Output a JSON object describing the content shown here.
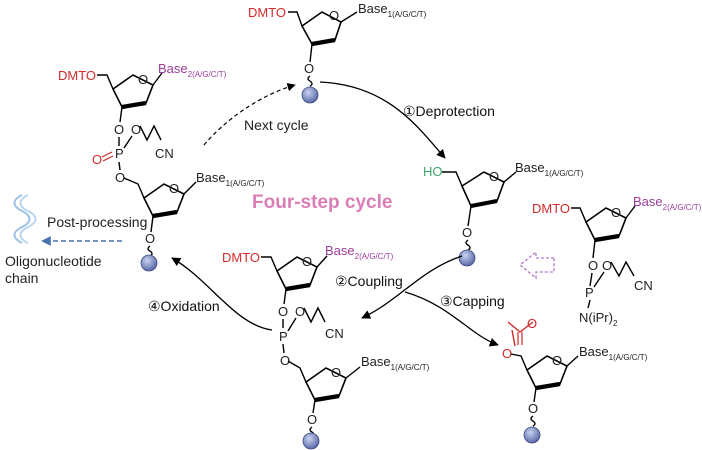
{
  "title": "Four-step cycle",
  "steps": {
    "deprotection": "①Deprotection",
    "coupling": "②Coupling",
    "capping": "③Capping",
    "oxidation": "④Oxidation",
    "next_cycle": "Next cycle",
    "post_processing": "Post-processing"
  },
  "product": {
    "line1": "Oligonucleotide",
    "line2": "chain"
  },
  "labels": {
    "dmto": "DMTO",
    "ho": "HO",
    "base_main": "Base",
    "base1_sub": "1(A/G/C/T)",
    "base2_sub": "2(A/G/C/T)",
    "p": "P",
    "o": "O",
    "cn": "CN",
    "amine": "N(iPr)",
    "amine_sub": "2"
  },
  "colors": {
    "title": "#d97fb6",
    "dmto": "#d12a2a",
    "hydroxyl": "#3aa66b",
    "base2": "#9a3c9a",
    "support": "#7b8bc4",
    "oligo": "#9cc3e6",
    "post_arrow": "#4a72b0",
    "reagent_arrow": "#b07ac6"
  }
}
